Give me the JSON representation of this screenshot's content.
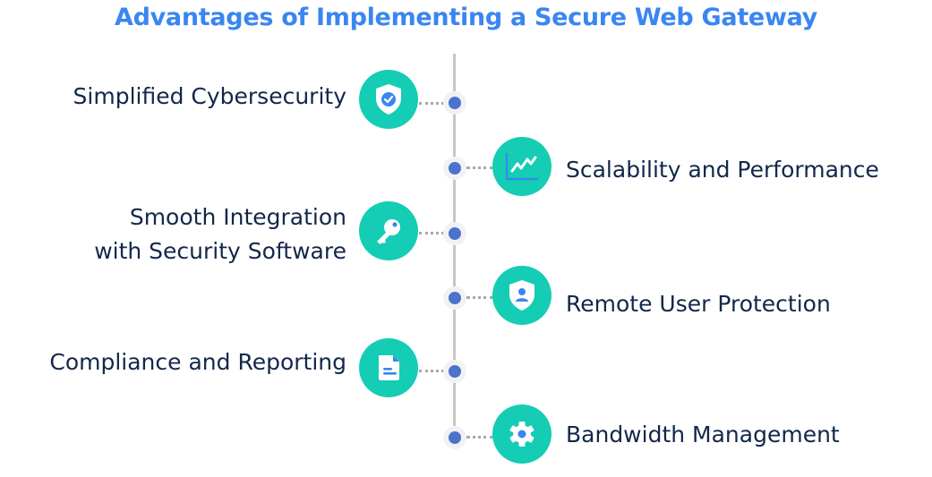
{
  "title": "Advantages of Implementing a Secure Web Gateway",
  "colors": {
    "title": "#3a86f0",
    "icon_circle": "#14cdb4",
    "dot": "#4a73cc",
    "text": "#13274a",
    "line": "#c6c6c6"
  },
  "items": [
    {
      "label_lines": [
        "Simplified Cybersecurity"
      ],
      "side": "left",
      "icon": "shield-check-icon"
    },
    {
      "label_lines": [
        "Scalability and Performance"
      ],
      "side": "right",
      "icon": "line-chart-icon"
    },
    {
      "label_lines": [
        "Smooth Integration",
        "with Security Software"
      ],
      "side": "left",
      "icon": "key-icon"
    },
    {
      "label_lines": [
        "Remote User Protection"
      ],
      "side": "right",
      "icon": "shield-user-icon"
    },
    {
      "label_lines": [
        "Compliance and Reporting"
      ],
      "side": "left",
      "icon": "document-icon"
    },
    {
      "label_lines": [
        "Bandwidth Management"
      ],
      "side": "right",
      "icon": "gear-icon"
    }
  ]
}
